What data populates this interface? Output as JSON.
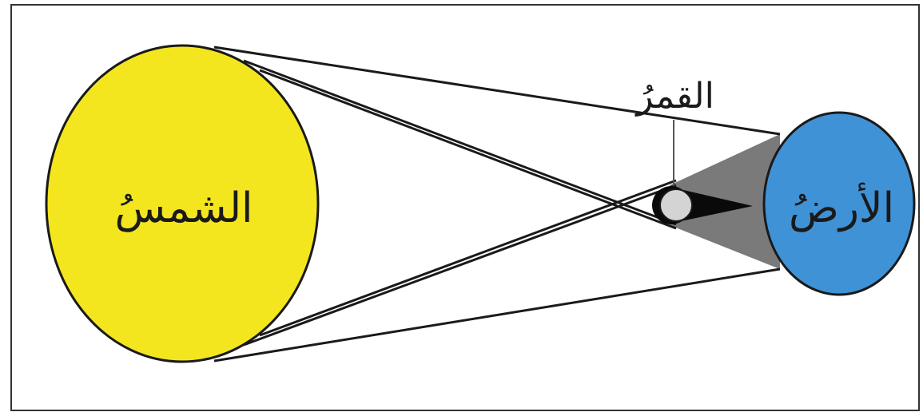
{
  "diagram": {
    "sun_label": "الشمسُ",
    "moon_label": "القمرُ",
    "earth_label": "الأرضُ",
    "colors": {
      "sun": "#f4e61e",
      "earth": "#3f92d6",
      "moon": "#d4d4d4",
      "umbra": "#0a0a0a",
      "penumbra": "#7a7a7a",
      "line": "#1a1a1a",
      "border": "#333333"
    }
  }
}
